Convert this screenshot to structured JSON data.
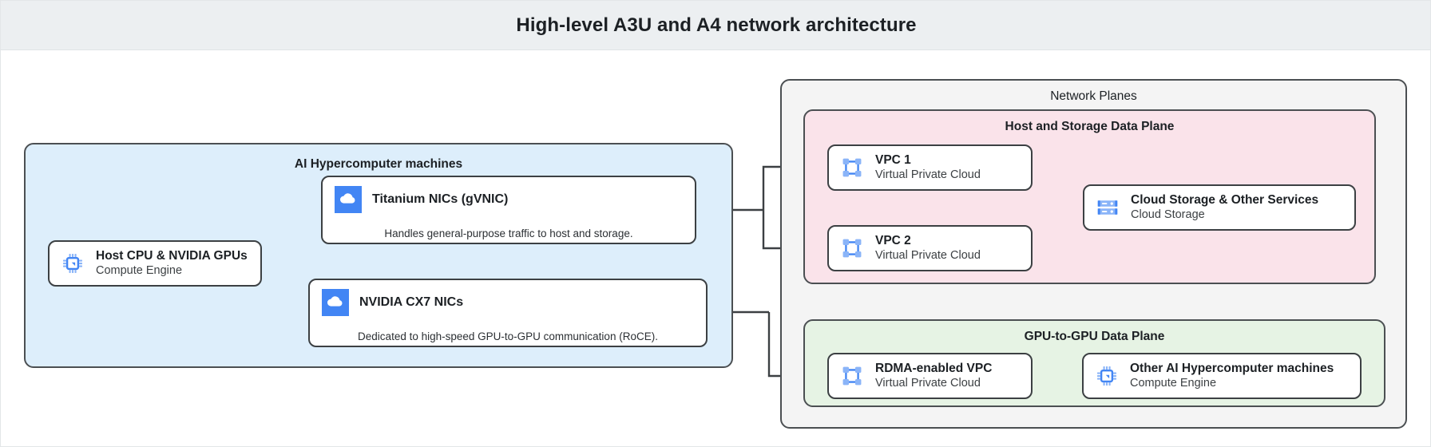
{
  "title": "High-level A3U and A4 network architecture",
  "groups": {
    "machines": {
      "label": "AI Hypercomputer machines"
    },
    "network_planes": {
      "label": "Network Planes"
    },
    "host_storage_plane": {
      "label": "Host and Storage Data Plane"
    },
    "gpu_plane": {
      "label": "GPU-to-GPU Data Plane"
    }
  },
  "nodes": {
    "host_cpu": {
      "title": "Host CPU & NVIDIA GPUs",
      "subtitle": "Compute Engine",
      "icon": "cpu-chip-icon"
    },
    "titanium_nics": {
      "title": "Titanium NICs (gVNIC)",
      "description": "Handles general-purpose traffic to host and storage.",
      "icon": "cloud-icon"
    },
    "cx7_nics": {
      "title": "NVIDIA CX7 NICs",
      "description": "Dedicated to high-speed GPU-to-GPU communication (RoCE).",
      "icon": "cloud-icon"
    },
    "vpc1": {
      "title": "VPC 1",
      "subtitle": "Virtual Private Cloud",
      "icon": "vpc-icon"
    },
    "vpc2": {
      "title": "VPC 2",
      "subtitle": "Virtual Private Cloud",
      "icon": "vpc-icon"
    },
    "cloud_storage": {
      "title": "Cloud Storage & Other Services",
      "subtitle": "Cloud Storage",
      "icon": "storage-icon"
    },
    "rdma_vpc": {
      "title": "RDMA-enabled VPC",
      "subtitle": "Virtual Private Cloud",
      "icon": "vpc-icon"
    },
    "other_machines": {
      "title": "Other AI Hypercomputer machines",
      "subtitle": "Compute Engine",
      "icon": "cpu-chip-icon"
    }
  },
  "colors": {
    "title_bar_bg": "#eceff1",
    "machines_bg": "#ddeefb",
    "network_planes_bg": "#f4f4f4",
    "host_storage_bg": "#fae3ea",
    "gpu_plane_bg": "#e6f3e4",
    "border": "#4b4f52",
    "icon_blue": "#4285f4",
    "icon_blue_light": "#8ab4f8",
    "connector": "#3c4043"
  }
}
